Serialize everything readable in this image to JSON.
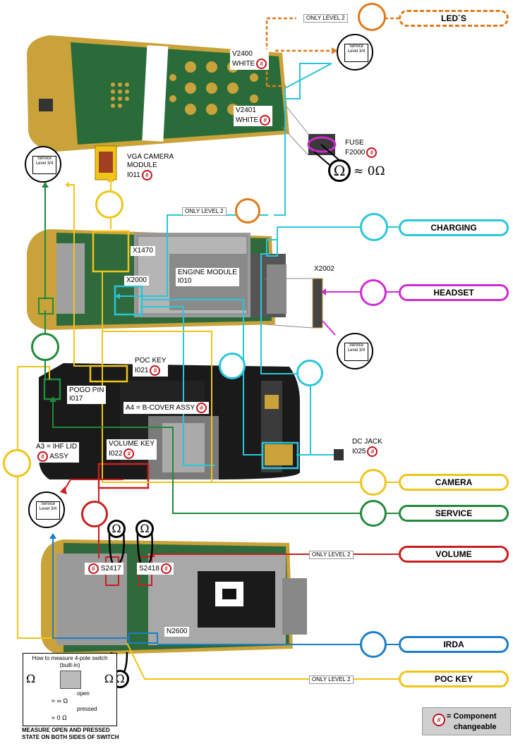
{
  "labels": {
    "leds": "LED´S",
    "only_level_2": "ONLY LEVEL 2",
    "v2400": "V2400",
    "v2400_color": "WHITE",
    "v2401": "V2401",
    "v2401_color": "WHITE",
    "fuse": "FUSE",
    "fuse_id": "F2000",
    "ohm_approx_zero": "≈ 0Ω",
    "vga_camera": "VGA CAMERA",
    "module": "MODULE",
    "i011": "I011",
    "x1470": "X1470",
    "x2000": "X2000",
    "engine_module": "ENGINE MODULE",
    "i010": "I010",
    "x2002": "X2002",
    "poc_key": "POC KEY",
    "i021": "I021",
    "pogo_pin": "POGO PIN",
    "i017": "I017",
    "a4_bcover": "A4 = B-COVER ASSY",
    "a3_ihf": "A3 = IHF LID",
    "assy": "ASSY",
    "volume_key": "VOLUME KEY",
    "i022": "I022",
    "dc_jack": "DC JACK",
    "i025": "I025",
    "s2417": "S2417",
    "s2418": "S2418",
    "n2600": "N2600",
    "service_level": "Service Level 3/4",
    "hash": "#"
  },
  "connectors": {
    "charging": "CHARGING",
    "headset": "HEADSET",
    "camera": "CAMERA",
    "service": "SERVICE",
    "volume": "VOLUME",
    "irda": "IRDA",
    "poc_key": "POC KEY"
  },
  "instructions": {
    "title": "How to measure 4-pole switch (built-in)",
    "open": "open",
    "open_val": "≈ ∞ Ω",
    "pressed": "pressed",
    "pressed_val": "≈ 0 Ω",
    "caption_1": "MEASURE OPEN AND PRESSED",
    "caption_2": "STATE ON BOTH SIDES OF SWITCH"
  },
  "legend": {
    "text_1": "= Component",
    "text_2": "changeable"
  },
  "colors": {
    "orange": "#e07a1a",
    "cyan": "#29c6d9",
    "magenta": "#d02ad0",
    "yellow": "#f0c418",
    "green": "#1f8a3a",
    "red": "#c81e1e",
    "blue": "#1a7ec8",
    "pcb": "#1f5a2e",
    "gold": "#c9a23a"
  }
}
